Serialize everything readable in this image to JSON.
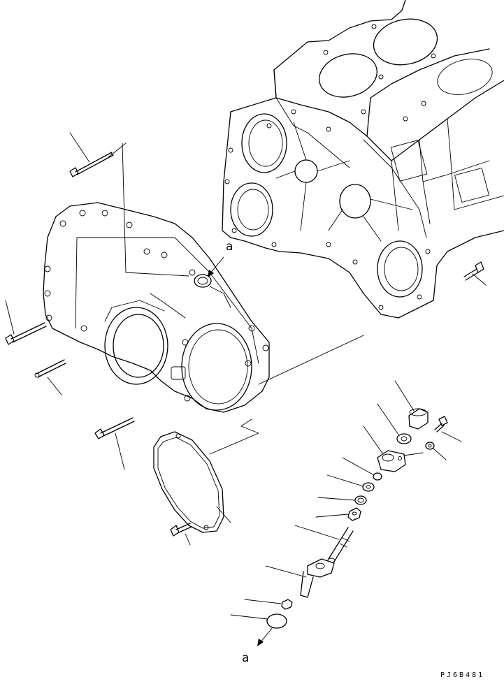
{
  "diagram": {
    "callout_labels": [
      {
        "id": "a-top",
        "text": "a"
      },
      {
        "id": "a-bottom",
        "text": "a"
      }
    ],
    "drawing_code": "PJ6B481"
  }
}
